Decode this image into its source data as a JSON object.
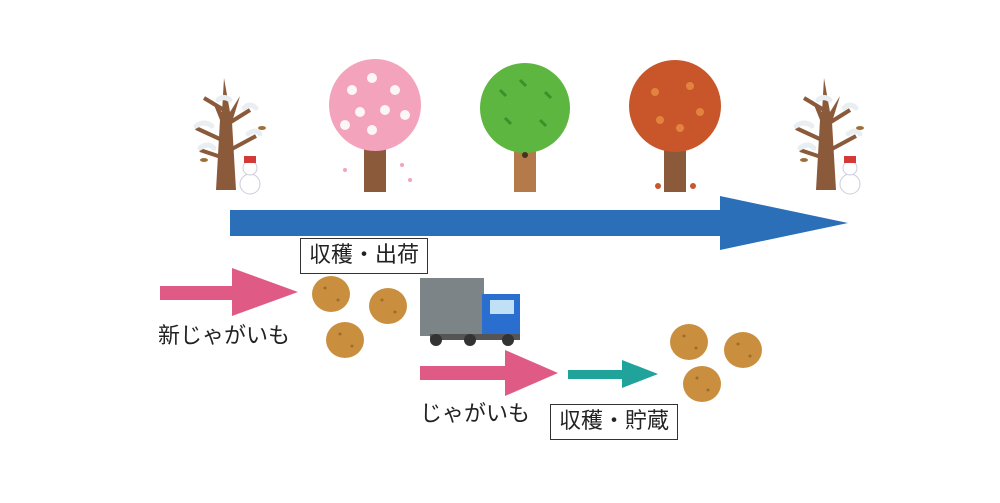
{
  "labels": {
    "harvest_ship": "収穫・出荷",
    "new_potato": "新じゃがいも",
    "potato": "じゃがいも",
    "harvest_store": "収穫・貯蔵"
  },
  "seasons": [
    "winter",
    "spring",
    "summer",
    "autumn",
    "winter"
  ],
  "colors": {
    "timeline_arrow": "#2a6fb8",
    "pink_arrow": "#e05a86",
    "teal_arrow": "#1fa39a",
    "potato": "#c98f3f",
    "truck_cab": "#2a6fd0",
    "truck_box": "#7d8488"
  }
}
